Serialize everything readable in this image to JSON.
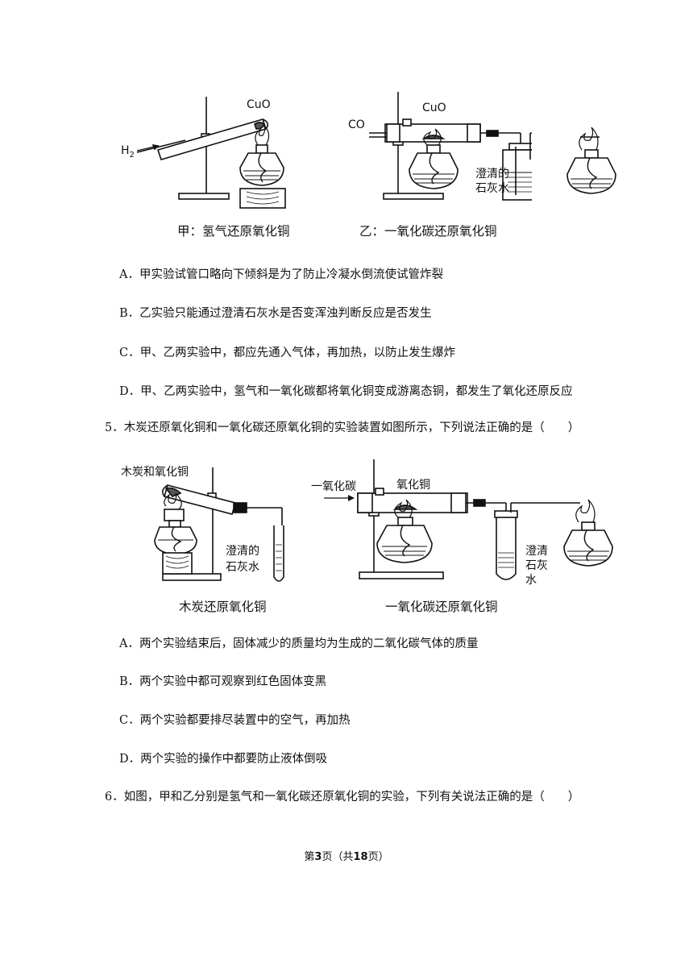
{
  "figure1": {
    "jia": {
      "caption": "甲：氢气还原氧化铜",
      "gas_label": "H",
      "gas_sub": "2",
      "solid_label": "CuO"
    },
    "yi": {
      "caption": "乙：一氧化碳还原氧化铜",
      "gas_label": "CO",
      "solid_label": "CuO",
      "limewater_line1": "澄清的",
      "limewater_line2": "石灰水"
    }
  },
  "q4_options": [
    "A．甲实验试管口略向下倾斜是为了防止冷凝水倒流使试管炸裂",
    "B．乙实验只能通过澄清石灰水是否变浑浊判断反应是否发生",
    "C．甲、乙两实验中，都应先通入气体，再加热，以防止发生爆炸",
    "D．甲、乙两实验中，氢气和一氧化碳都将氧化铜变成游离态铜，都发生了氧化还原反应"
  ],
  "q5": {
    "stem": "5．木炭还原氧化铜和一氧化碳还原氧化铜的实验装置如图所示，下列说法正确的是（　　）"
  },
  "figure2": {
    "left": {
      "caption": "木炭还原氧化铜",
      "reactant_label": "木炭和氧化铜",
      "limewater_line1": "澄清的",
      "limewater_line2": "石灰水"
    },
    "right": {
      "caption": "一氧化碳还原氧化铜",
      "gas_label": "一氧化碳",
      "solid_label": "氧化铜",
      "limewater_line1": "澄清",
      "limewater_line2": "石灰",
      "limewater_line3": "水"
    }
  },
  "q5_options": [
    "A．两个实验结束后，固体减少的质量均为生成的二氧化碳气体的质量",
    "B．两个实验中都可观察到红色固体变黑",
    "C．两个实验都要排尽装置中的空气，再加热",
    "D．两个实验的操作中都要防止液体倒吸"
  ],
  "q6": {
    "stem": "6．如图，甲和乙分别是氢气和一氧化碳还原氧化铜的实验，下列有关说法正确的是（　　）"
  },
  "footer": {
    "prefix": "第",
    "page": "3",
    "middle": "页（共",
    "total": "18",
    "suffix": "页）"
  }
}
